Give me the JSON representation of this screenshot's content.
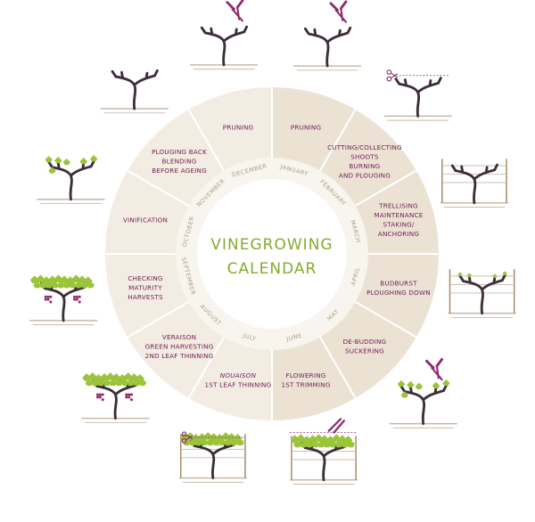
{
  "title": {
    "line1": "VINEGROWING",
    "line2": "CALENDAR"
  },
  "colors": {
    "wedge_light": "#f3ece2",
    "wedge_dark": "#ece2d4",
    "divider": "#ffffff",
    "inner_ring": "#f8f4ee",
    "center": "#ffffff",
    "label": "#6e1f56",
    "month": "#a89a88",
    "title": "#86ab2a",
    "trunk": "#3a2e3a",
    "leaf": "#9ac53a",
    "grape": "#8e2b6d",
    "soil": "#c9b9a8",
    "tool": "#8e2b6d",
    "wire": "#c9b9a8",
    "post": "#a98c6d"
  },
  "segments": [
    {
      "month": "JANUARY",
      "lines": [
        "PRUNING"
      ]
    },
    {
      "month": "FEBRUARY",
      "lines": [
        "CUTTING/COLLECTING",
        "SHOOTS",
        "BURNING",
        "AND PLOUGING"
      ]
    },
    {
      "month": "MARCH",
      "lines": [
        "TRELLISING",
        "MAINTENANCE",
        "STAKING/",
        "ANCHORING"
      ]
    },
    {
      "month": "APRIL",
      "lines": [
        "BUDBURST",
        "PLOUGHING DOWN"
      ]
    },
    {
      "month": "MAY",
      "lines": [
        "DE-BUDDING",
        "SUCKERING"
      ]
    },
    {
      "month": "JUNE",
      "lines": [
        "FLOWERING",
        "1ST TRIMMING"
      ]
    },
    {
      "month": "JULY",
      "lines": [
        "NOUAISON",
        "1ST LEAF THINNING"
      ]
    },
    {
      "month": "AUGUST",
      "lines": [
        "VERAISON",
        "GREEN HARVESTING",
        "2ND LEAF THINNING"
      ]
    },
    {
      "month": "SEPTEMBER",
      "lines": [
        "CHECKING",
        "MATURITY",
        "HARVESTS"
      ]
    },
    {
      "month": "OCTOBER",
      "lines": [
        "VINIFICATION"
      ]
    },
    {
      "month": "NOVEMBER",
      "lines": [
        "PLOUGING BACK",
        "BLENDING",
        "BEFORE AGEING"
      ]
    },
    {
      "month": "DECEMBER",
      "lines": [
        "PRUNING"
      ]
    }
  ],
  "illustrations": [
    {
      "name": "vine-pruning-december",
      "leaves": "none",
      "tool": "secateurs",
      "grapes": false,
      "trellis": false
    },
    {
      "name": "vine-pruning-january",
      "leaves": "none",
      "tool": "secateurs",
      "grapes": false,
      "trellis": false
    },
    {
      "name": "vine-cutting-shoots",
      "leaves": "none",
      "tool": "scissors",
      "grapes": false,
      "trellis": false
    },
    {
      "name": "vine-trellising",
      "leaves": "none",
      "tool": "none",
      "grapes": false,
      "trellis": true
    },
    {
      "name": "vine-budburst-plough",
      "leaves": "buds",
      "tool": "none",
      "grapes": false,
      "trellis": true
    },
    {
      "name": "vine-debudding",
      "leaves": "few",
      "tool": "secateurs",
      "grapes": false,
      "trellis": false
    },
    {
      "name": "vine-flowering-trimming",
      "leaves": "full",
      "tool": "hedger",
      "grapes": false,
      "trellis": true
    },
    {
      "name": "vine-leaf-thinning-july",
      "leaves": "full",
      "tool": "scissors",
      "grapes": false,
      "trellis": true
    },
    {
      "name": "vine-veraison",
      "leaves": "full",
      "tool": "none",
      "grapes": true,
      "trellis": false
    },
    {
      "name": "vine-harvest",
      "leaves": "full",
      "tool": "none",
      "grapes": true,
      "trellis": false
    },
    {
      "name": "vine-autumn",
      "leaves": "few",
      "tool": "none",
      "grapes": false,
      "trellis": false
    },
    {
      "name": "vine-bare-november",
      "leaves": "none",
      "tool": "none",
      "grapes": false,
      "trellis": false
    }
  ]
}
